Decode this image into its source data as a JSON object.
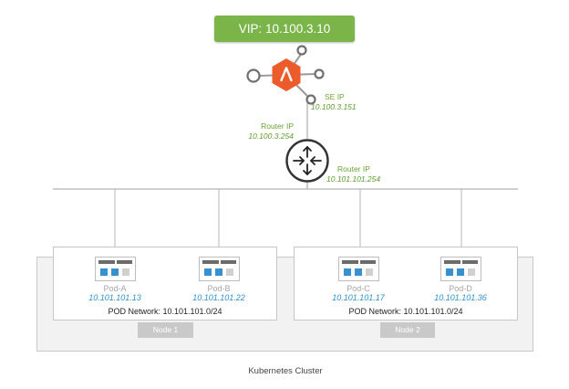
{
  "vip": {
    "label": "VIP: 10.100.3.10"
  },
  "service_engine": {
    "icon": "avi-logo-icon",
    "se_ip_label": "SE IP",
    "se_ip_value": "10.100.3.151"
  },
  "router": {
    "icon": "router-icon",
    "upper_label": "Router IP",
    "upper_value": "10.100.3.254",
    "lower_label": "Router IP",
    "lower_value": "10.101.101.254"
  },
  "nodes": [
    {
      "tag": "Node 1",
      "pod_network": "POD Network: 10.101.101.0/24",
      "pods": [
        {
          "name": "Pod-A",
          "ip": "10.101.101.13"
        },
        {
          "name": "Pod-B",
          "ip": "10.101.101.22"
        }
      ]
    },
    {
      "tag": "Node 2",
      "pod_network": "POD Network: 10.101.101.0/24",
      "pods": [
        {
          "name": "Pod-C",
          "ip": "10.101.101.17"
        },
        {
          "name": "Pod-D",
          "ip": "10.101.101.36"
        }
      ]
    }
  ],
  "cluster": {
    "label": "Kubernetes Cluster"
  },
  "colors": {
    "vip_green": "#7bb54a",
    "router_ip_green": "#6aa336",
    "se_orange": "#ec5b2a",
    "pod_ip_blue": "#2f8fc9",
    "line_gray": "#b5b5b5"
  }
}
